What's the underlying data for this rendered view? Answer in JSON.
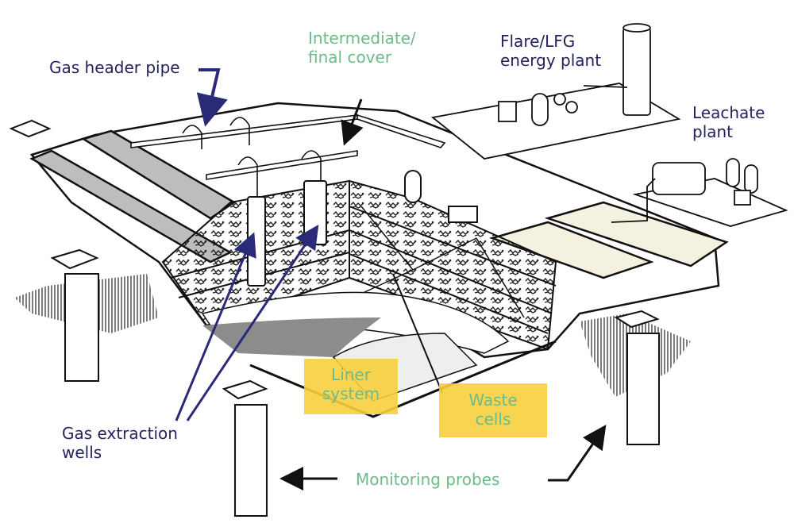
{
  "diagram": {
    "title": "Landfill gas and leachate management system",
    "labels": {
      "gas_header_pipe": "Gas header pipe",
      "intermediate_cover_line1": "Intermediate/",
      "intermediate_cover_line2": "final cover",
      "flare_line1": "Flare/LFG",
      "flare_line2": "energy plant",
      "leachate_line1": "Leachate",
      "leachate_line2": "plant",
      "gas_wells_line1": "Gas extraction",
      "gas_wells_line2": "wells",
      "liner_line1": "Liner",
      "liner_line2": "system",
      "waste_line1": "Waste",
      "waste_line2": "cells",
      "monitoring_probes": "Monitoring probes"
    },
    "colors": {
      "navy_label": "#24235e",
      "green_label": "#6dbb8a",
      "highlight_box": "#f7cf3d",
      "cover_gray": "#bdbdbd",
      "cover_cream": "#f5f1e0",
      "liner_gray": "#8c8c8c",
      "line": "#111111",
      "arrow_navy": "#2b2a78"
    },
    "components": [
      "gas-header-pipe",
      "intermediate-final-cover",
      "flare-lfg-energy-plant",
      "leachate-plant",
      "gas-extraction-wells",
      "liner-system",
      "waste-cells",
      "monitoring-probes"
    ]
  }
}
